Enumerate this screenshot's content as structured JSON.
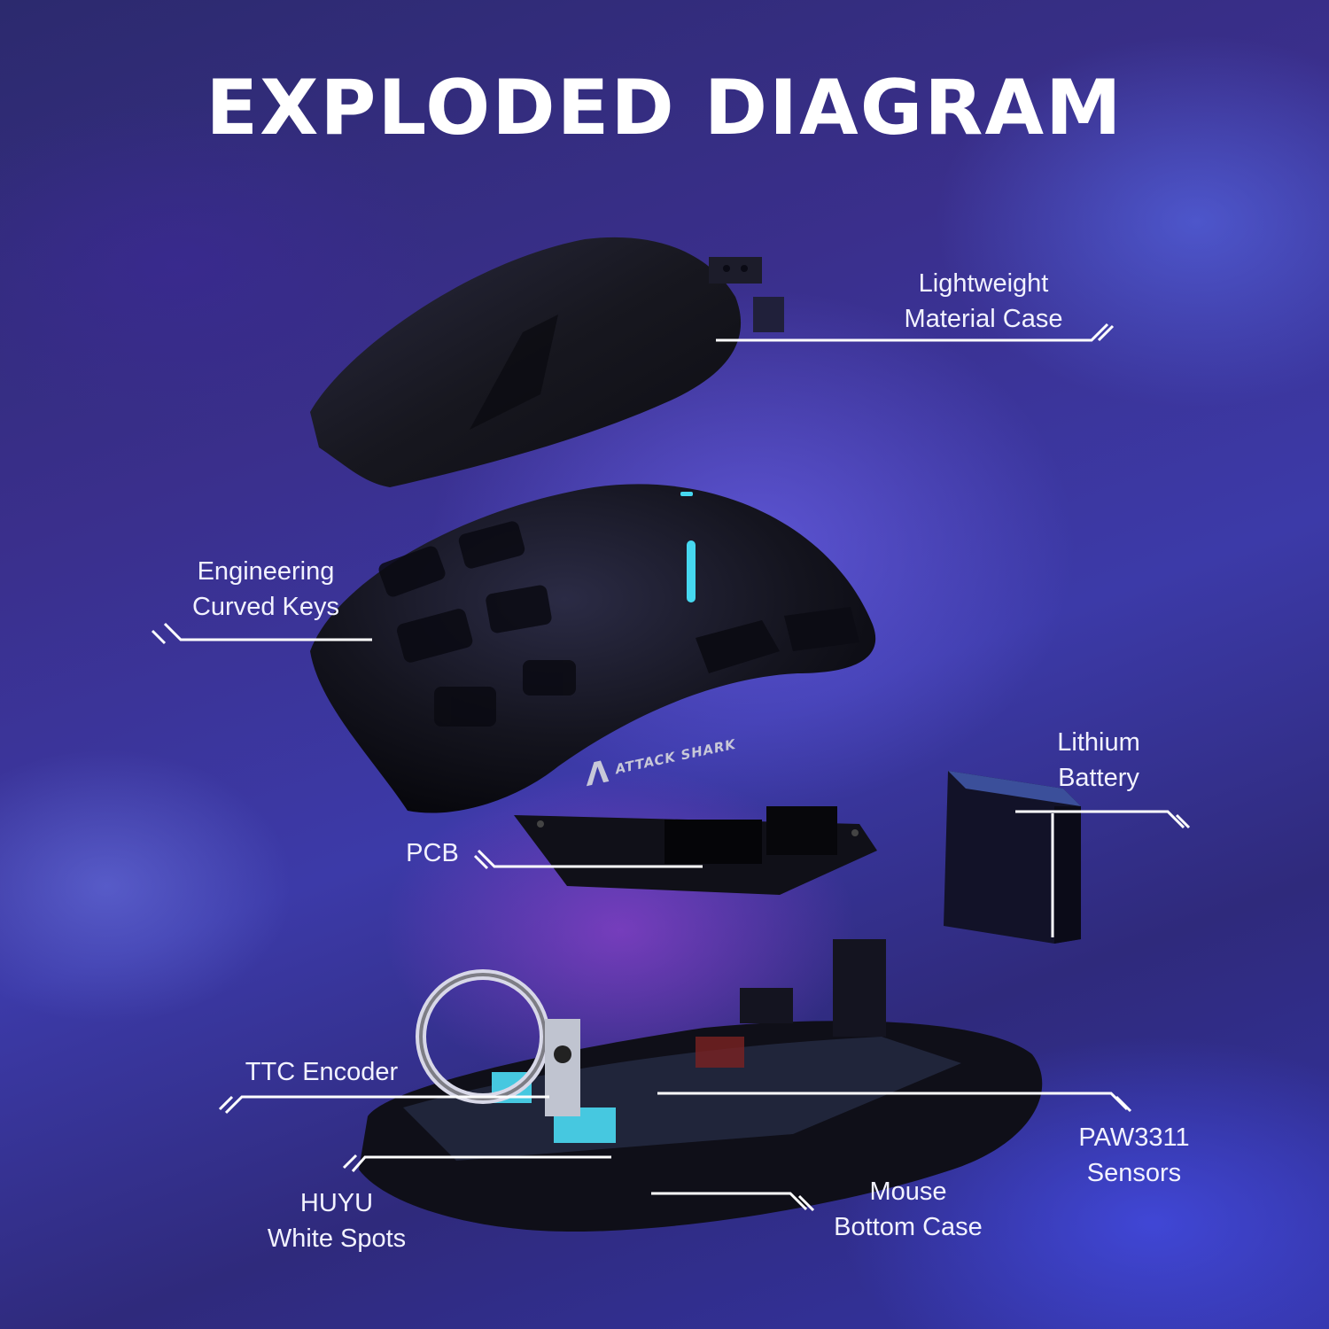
{
  "title": "EXPLODED DIAGRAM",
  "brand_logo_text": "ATTACK SHARK",
  "callouts": [
    {
      "id": "lightweight-material-case",
      "lines": [
        "Lightweight",
        "Material Case"
      ]
    },
    {
      "id": "engineering-curved-keys",
      "lines": [
        "Engineering",
        "Curved Keys"
      ]
    },
    {
      "id": "lithium-battery",
      "lines": [
        "Lithium",
        "Battery"
      ]
    },
    {
      "id": "pcb",
      "lines": [
        "PCB"
      ]
    },
    {
      "id": "ttc-encoder",
      "lines": [
        "TTC Encoder"
      ]
    },
    {
      "id": "paw3311-sensors",
      "lines": [
        "PAW3311",
        "Sensors"
      ]
    },
    {
      "id": "huyu-white-spots",
      "lines": [
        "HUYU",
        "White Spots"
      ]
    },
    {
      "id": "mouse-bottom-case",
      "lines": [
        "Mouse",
        "Bottom Case"
      ]
    }
  ],
  "colors": {
    "background_primary": "#3a2f8c",
    "background_accent": "#4f55e0",
    "accent_cyan": "#46d8f0",
    "part_dark": "#15151f",
    "text": "#ffffff"
  }
}
